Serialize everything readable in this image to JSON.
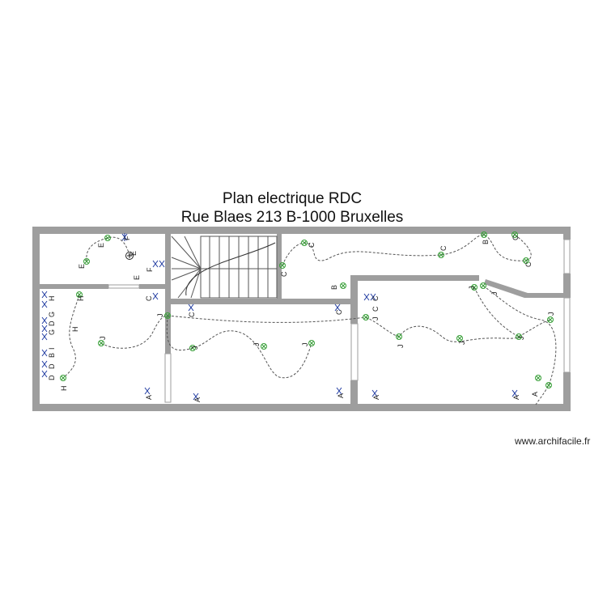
{
  "title_line1": "Plan electrique RDC",
  "title_line2": "Rue Blaes 213   B-1000 Bruxelles",
  "watermark": "www.archifacile.fr",
  "colors": {
    "wall": "#9e9e9e",
    "wire": "#555555",
    "light_point": "#3aa03a",
    "socket_symbol": "#1e3aa0",
    "label": "#222222"
  },
  "legend_column_labels": [
    "H",
    "G",
    "D",
    "G",
    "I",
    "B",
    "D",
    "D"
  ],
  "circuit_labels": {
    "small_room": [
      "E",
      "E",
      "F",
      "E",
      "E",
      "F",
      "C",
      "H",
      "H",
      "H",
      "J"
    ],
    "stair_hall": [
      "C",
      "C",
      "C",
      "B",
      "C"
    ],
    "room_left": [
      "J",
      "C",
      "J",
      "J",
      "J",
      "A",
      "A"
    ],
    "room_middle": [
      "A"
    ],
    "room_right": [
      "J",
      "C",
      "C",
      "B",
      "C",
      "C",
      "J",
      "J",
      "J",
      "J",
      "J",
      "J",
      "A",
      "A",
      "A"
    ]
  }
}
